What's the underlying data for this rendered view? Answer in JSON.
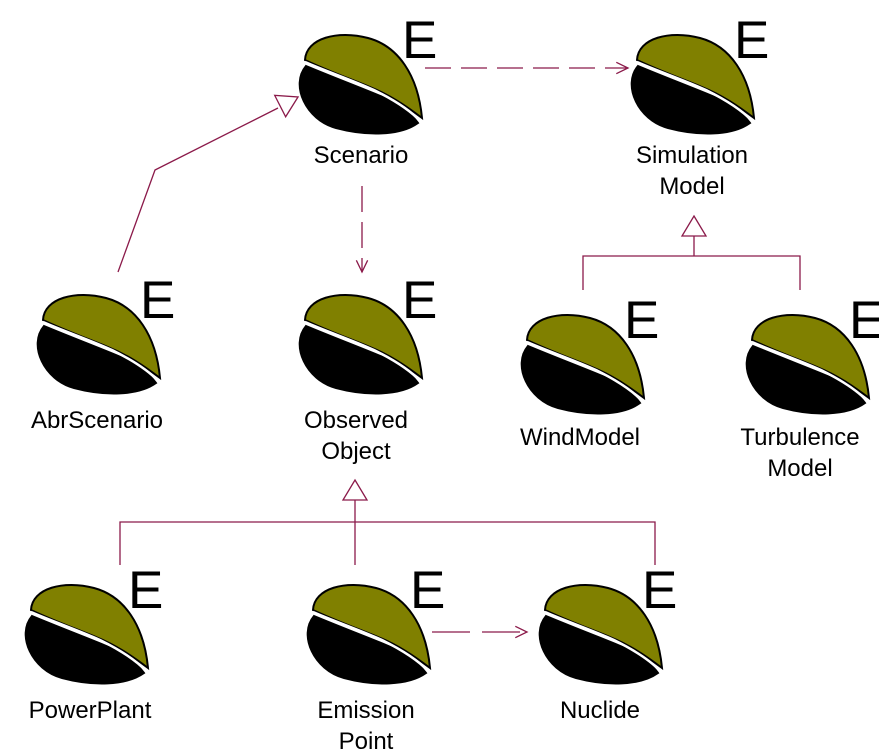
{
  "colors": {
    "line": "#8b1a4a",
    "icon_top": "#808000",
    "icon_bottom": "#000000",
    "background": "#ffffff"
  },
  "entity_marker": "E",
  "icon_name": "entity-icon",
  "entities": [
    {
      "id": "scenario",
      "label": [
        "Scenario"
      ]
    },
    {
      "id": "simulation-model",
      "label": [
        "Simulation",
        "Model"
      ]
    },
    {
      "id": "abr-scenario",
      "label": [
        "AbrScenario"
      ]
    },
    {
      "id": "observed-object",
      "label": [
        "Observed",
        "Object"
      ]
    },
    {
      "id": "wind-model",
      "label": [
        "WindModel"
      ]
    },
    {
      "id": "turbulence-model",
      "label": [
        "Turbulence",
        "Model"
      ]
    },
    {
      "id": "power-plant",
      "label": [
        "PowerPlant"
      ]
    },
    {
      "id": "emission-point",
      "label": [
        "Emission",
        "Point"
      ]
    },
    {
      "id": "nuclide",
      "label": [
        "Nuclide"
      ]
    }
  ],
  "relations": [
    {
      "type": "generalization",
      "from": "abr-scenario",
      "to": "scenario"
    },
    {
      "type": "dependency",
      "from": "scenario",
      "to": "simulation-model"
    },
    {
      "type": "dependency",
      "from": "scenario",
      "to": "observed-object"
    },
    {
      "type": "generalization",
      "from": [
        "wind-model",
        "turbulence-model"
      ],
      "to": "simulation-model"
    },
    {
      "type": "generalization",
      "from": [
        "power-plant",
        "emission-point",
        "nuclide"
      ],
      "to": "observed-object"
    },
    {
      "type": "dependency",
      "from": "emission-point",
      "to": "nuclide"
    }
  ]
}
